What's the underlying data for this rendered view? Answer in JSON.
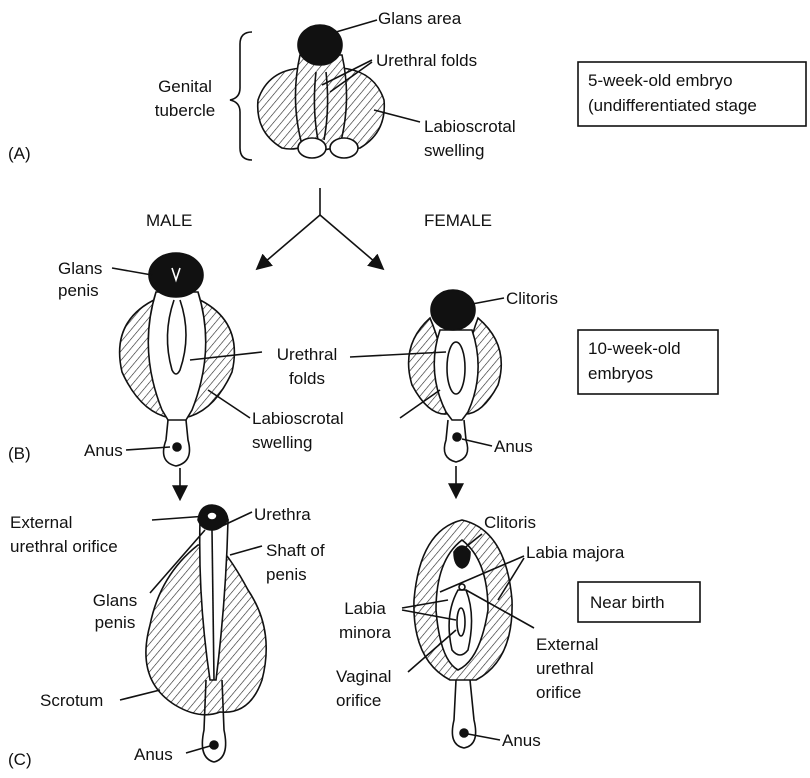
{
  "panels": {
    "a": "(A)",
    "b": "(B)",
    "c": "(C)"
  },
  "headings": {
    "male": "MALE",
    "female": "FEMALE"
  },
  "stage_boxes": {
    "a_line1": "5-week-old embryo",
    "a_line2": "(undifferentiated stage",
    "b_line1": "10-week-old",
    "b_line2": "embryos",
    "c": "Near birth"
  },
  "labels_a": {
    "genital_tubercle_1": "Genital",
    "genital_tubercle_2": "tubercle",
    "glans_area": "Glans area",
    "urethral_folds": "Urethral folds",
    "labioscrotal_1": "Labioscrotal",
    "labioscrotal_2": "swelling"
  },
  "labels_b": {
    "glans_penis_1": "Glans",
    "glans_penis_2": "penis",
    "clitoris": "Clitoris",
    "urethral_folds_1": "Urethral",
    "urethral_folds_2": "folds",
    "labioscrotal_1": "Labioscrotal",
    "labioscrotal_2": "swelling",
    "anus_male": "Anus",
    "anus_female": "Anus"
  },
  "labels_c": {
    "ext_urethral_orifice_m_1": "External",
    "ext_urethral_orifice_m_2": "urethral orifice",
    "urethra": "Urethra",
    "shaft_1": "Shaft of",
    "shaft_2": "penis",
    "glans_penis_1": "Glans",
    "glans_penis_2": "penis",
    "scrotum": "Scrotum",
    "anus_male": "Anus",
    "clitoris": "Clitoris",
    "labia_majora": "Labia majora",
    "labia_minora_1": "Labia",
    "labia_minora_2": "minora",
    "ext_urethral_orifice_f_1": "External",
    "ext_urethral_orifice_f_2": "urethral",
    "ext_urethral_orifice_f_3": "orifice",
    "vaginal_orifice_1": "Vaginal",
    "vaginal_orifice_2": "orifice",
    "anus_female": "Anus"
  }
}
